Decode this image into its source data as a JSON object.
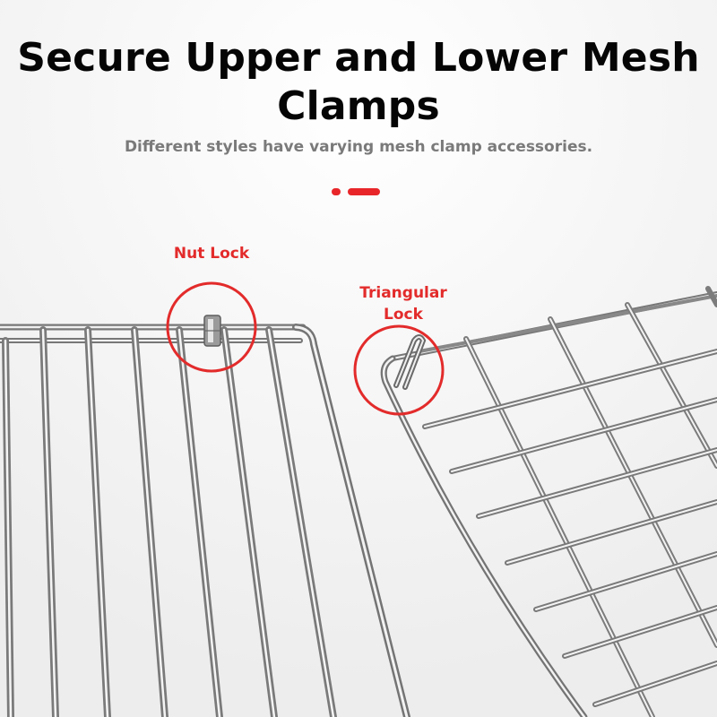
{
  "heading": {
    "line1": "Secure Upper and Lower Mesh",
    "line2": "Clamps"
  },
  "subheading": "Different styles have varying mesh clamp accessories.",
  "callouts": {
    "nut_lock": "Nut Lock",
    "triangular_lock_line1": "Triangular",
    "triangular_lock_line2": "Lock"
  },
  "colors": {
    "accent": "#e8262a",
    "label_red": "#e32b2b",
    "title": "#050505",
    "subtitle": "#7a7a7a"
  }
}
